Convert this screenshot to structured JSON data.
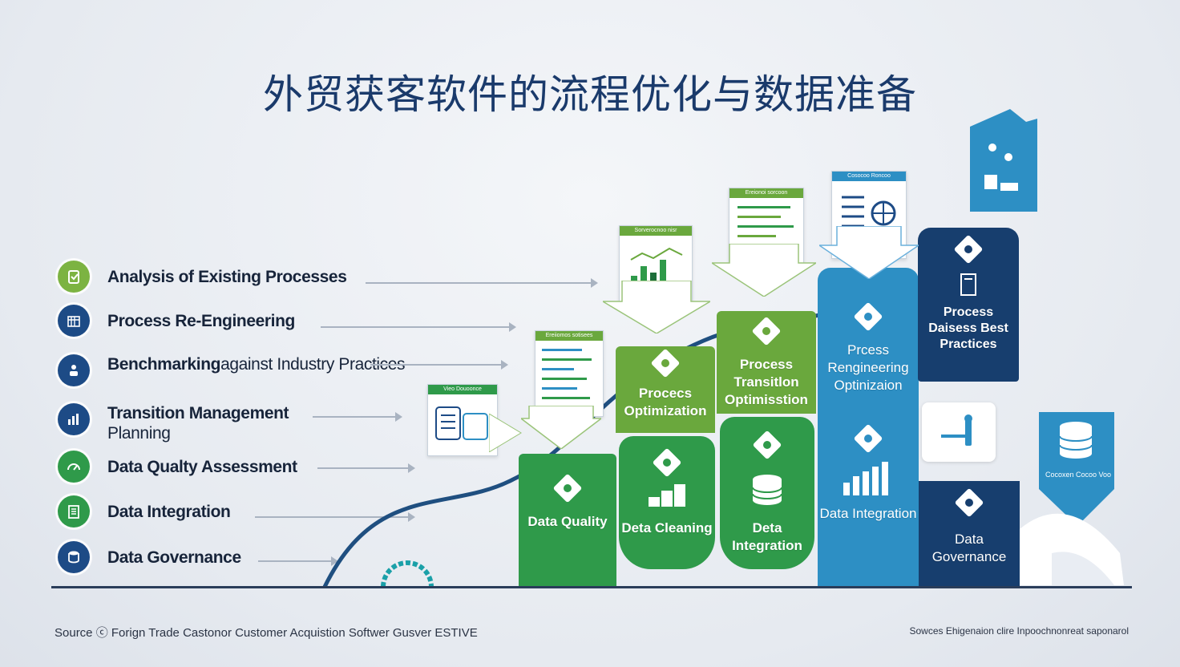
{
  "title": "外贸获客软件的流程优化与数据准备",
  "list": [
    {
      "bold": "Analysis of Existing Processes",
      "light": ""
    },
    {
      "bold": "Process Re-Engineering",
      "light": ""
    },
    {
      "bold": "Benchmarking",
      "light": " against Industry Practices"
    },
    {
      "bold": "Transition Management",
      "light": "Planning"
    },
    {
      "bold": "Data Qualty Assessment",
      "light": ""
    },
    {
      "bold": "Data Integration",
      "light": ""
    },
    {
      "bold": "Data Governance",
      "light": ""
    }
  ],
  "blocks": {
    "data_quality": "Data Quality",
    "procecs_optimization": "Procecs Optimization",
    "data_cleaning": "Deta Cleaning",
    "process_transition": "Process Transitlon Optimisstion",
    "data_integration_1": "Deta Integration",
    "process_reengineering": "Prcess Rengineering Optinizaion",
    "data_integration_2": "Data Integration",
    "process_best_practices": "Process Daisess Best Practices",
    "data_governance": "Data Governance",
    "small_icon_label": "Cocoxen Cocoo Voo"
  },
  "cards": {
    "card1": "Vieo Douoonce",
    "card2": "Ereiiomos sotisees",
    "card3": "Sorverocnoo nisr",
    "card4": "Ereionoi sorcoon",
    "card5": "Cosocoo Roncoo"
  },
  "footer": {
    "left": "Source  ⓒ Forign Trade Castonor Customer Acquistion Softwer Gusver ESTIVE",
    "right": "Sowces Ehigenaion clire Inpoochnonreat saponarol"
  },
  "colors": {
    "green_light": "#6aa83d",
    "green_dark": "#2f9a4a",
    "blue_mid": "#2d8fc4",
    "navy": "#173e6e",
    "title": "#1a3a6b"
  }
}
